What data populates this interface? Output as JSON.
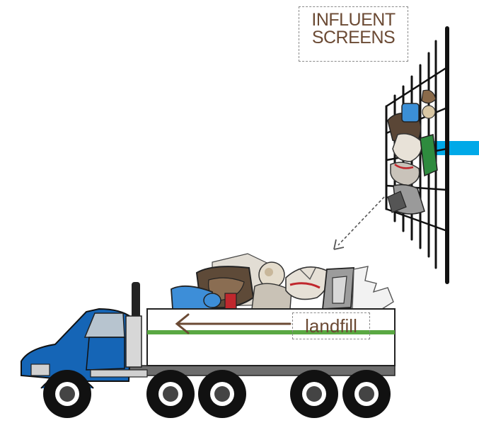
{
  "labels": {
    "screens_line1": "INFLUENT",
    "screens_line2": "SCREENS",
    "landfill": "landfill"
  },
  "colors": {
    "label_text": "#6b4a34",
    "truck_cab": "#1565b6",
    "flow_pipe": "#00a9e8",
    "stripe": "#5aa843",
    "arrow": "#6b4a34"
  },
  "icons": {
    "screen": "bar-screen-icon",
    "truck": "dump-truck-icon",
    "debris": "debris-pile-icon",
    "pipe": "influent-pipe-icon"
  }
}
